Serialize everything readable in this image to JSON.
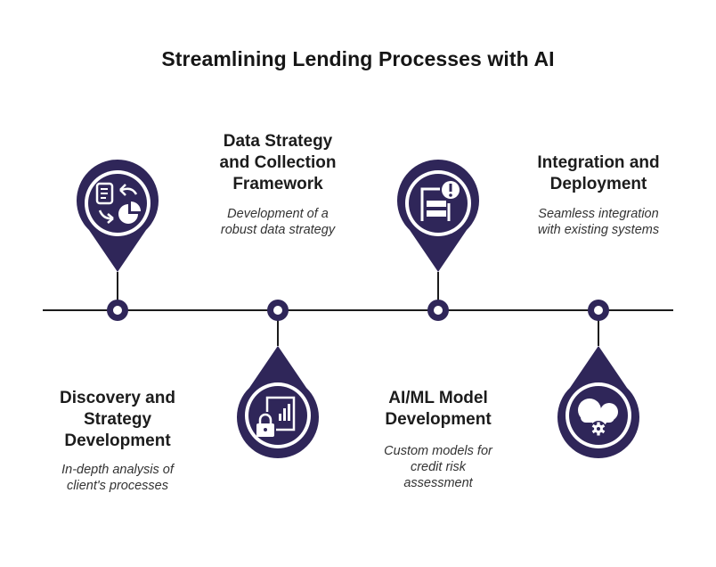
{
  "title": "Streamlining Lending Processes with AI",
  "colors": {
    "pin": "#2f2659",
    "line": "#1c1c1c",
    "background": "#ffffff"
  },
  "stages": [
    {
      "title": "Discovery and Strategy Development",
      "title_lines": [
        "Discovery and",
        "Strategy",
        "Development"
      ],
      "description": "In-depth analysis of client's processes",
      "description_lines": [
        "In-depth analysis of",
        "client's processes"
      ],
      "icon": "document-exchange-pie-chart-icon"
    },
    {
      "title": "Data Strategy and Collection Framework",
      "title_lines": [
        "Data Strategy",
        "and Collection",
        "Framework"
      ],
      "description": "Development of a robust data strategy",
      "description_lines": [
        "Development of a",
        "robust data strategy"
      ],
      "icon": "secure-data-report-icon"
    },
    {
      "title": "AI/ML Model Development",
      "title_lines": [
        "AI/ML Model",
        "Development"
      ],
      "description": "Custom models for credit risk assessment",
      "description_lines": [
        "Custom models for",
        "credit risk",
        "assessment"
      ],
      "icon": "form-alert-icon"
    },
    {
      "title": "Integration and Deployment",
      "title_lines": [
        "Integration and",
        "Deployment"
      ],
      "description": "Seamless integration with existing systems",
      "description_lines": [
        "Seamless integration",
        "with existing systems"
      ],
      "icon": "cloud-settings-icon"
    }
  ]
}
